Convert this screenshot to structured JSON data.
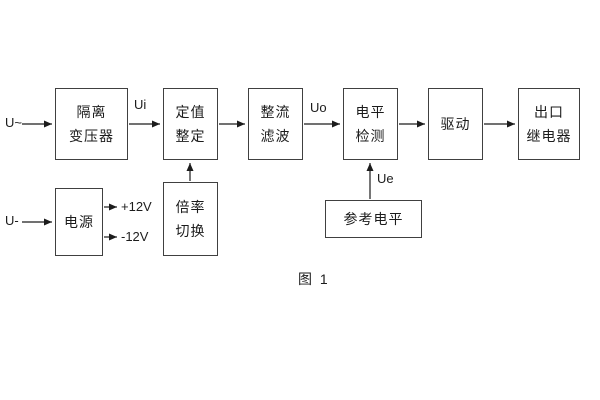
{
  "diagram": {
    "caption": "图 1",
    "boxes": {
      "isolation_transformer": {
        "line1": "隔离",
        "line2": "变压器"
      },
      "setpoint_setting": {
        "line1": "定值",
        "line2": "整定"
      },
      "rectifier_filter": {
        "line1": "整流",
        "line2": "滤波"
      },
      "level_detection": {
        "line1": "电平",
        "line2": "检测"
      },
      "drive": {
        "line1": "驱动"
      },
      "output_relay": {
        "line1": "出口",
        "line2": "继电器"
      },
      "power_supply": {
        "line1": "电源"
      },
      "ratio_switching": {
        "line1": "倍率",
        "line2": "切换"
      },
      "reference_level": {
        "line1": "参考电平"
      }
    },
    "signals": {
      "ac_input": "U~",
      "dc_input": "U-",
      "ui_label": "Ui",
      "uo_label": "Uo",
      "ue_label": "Ue",
      "plus_rail": "+12V",
      "minus_rail": "-12V"
    }
  }
}
